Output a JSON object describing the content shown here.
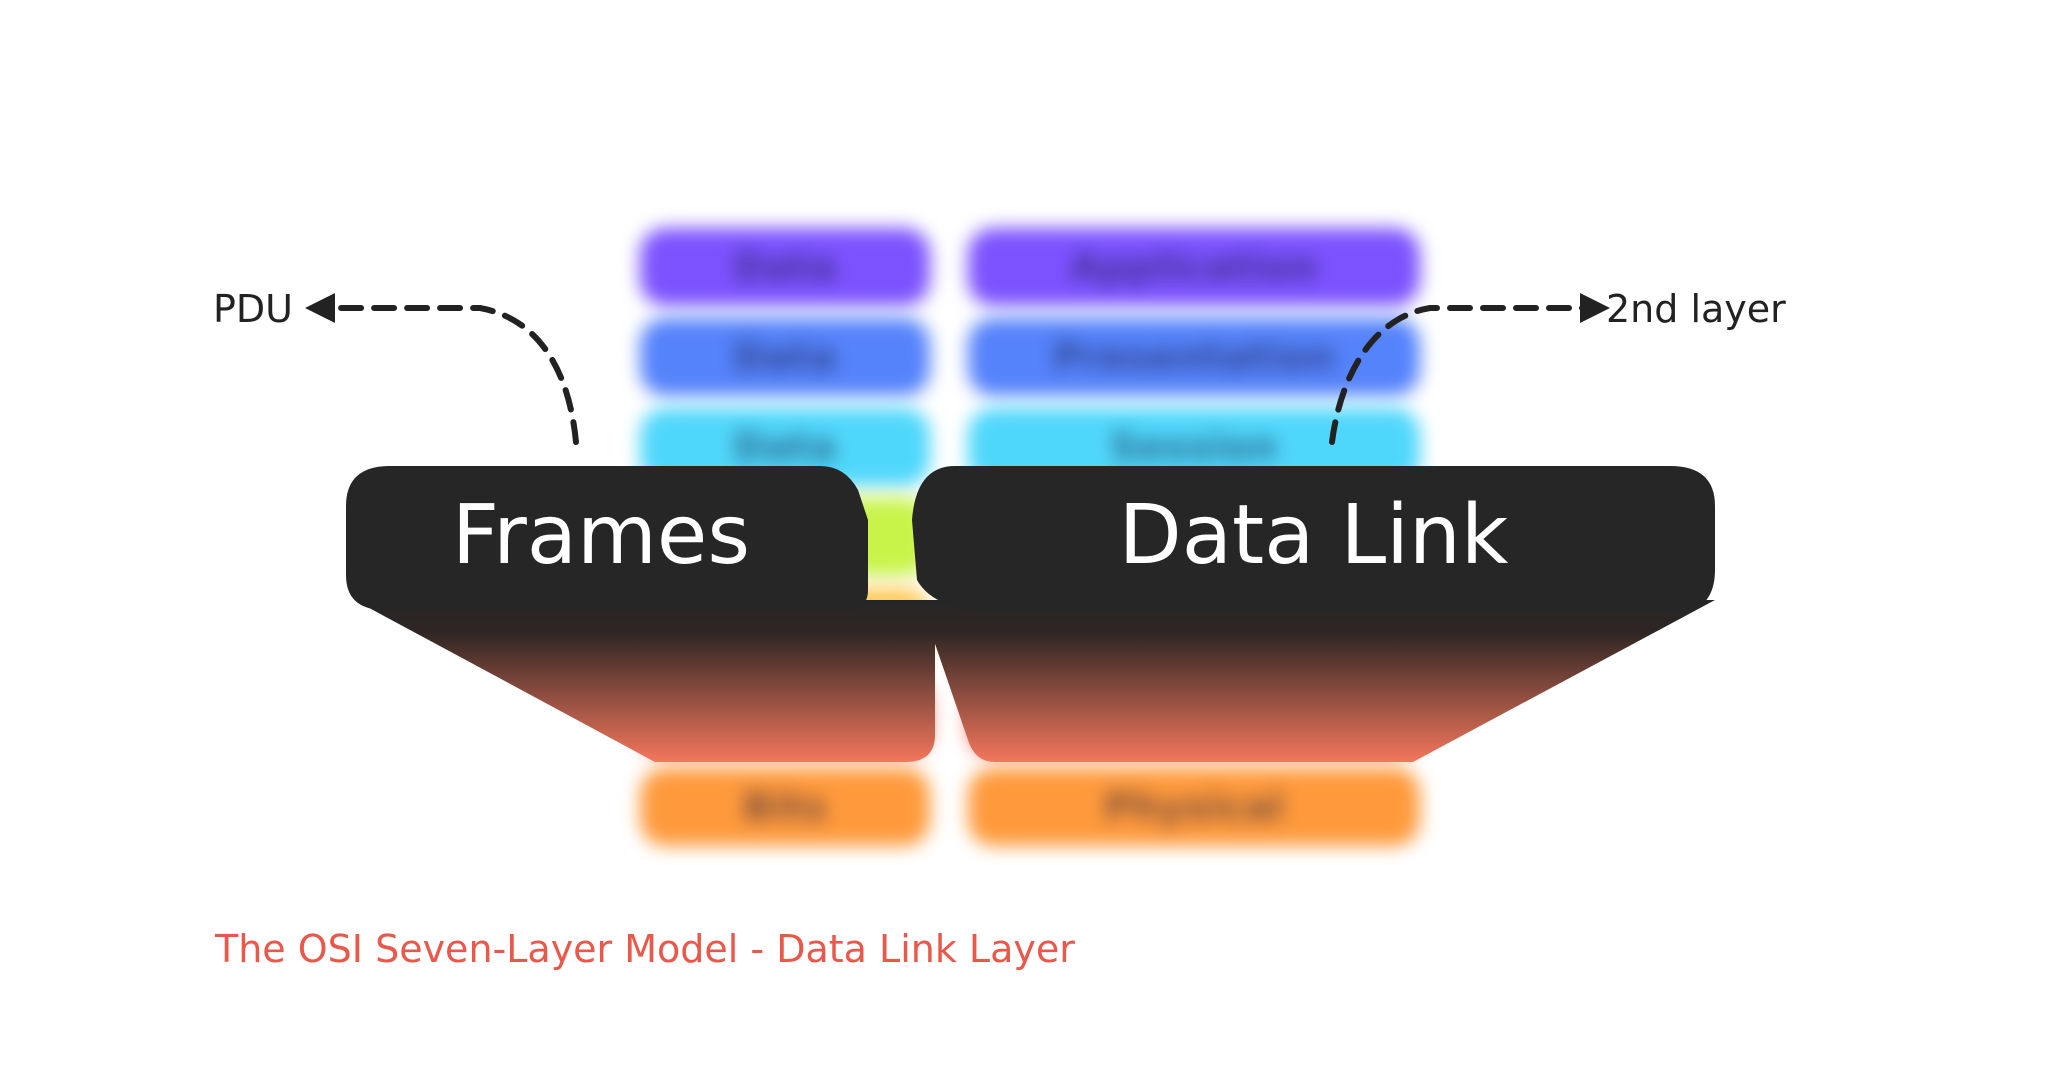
{
  "pdu_label": "PDU",
  "layer_number_label": "2nd layer",
  "focus": {
    "pdu": "Frames",
    "layer": "Data Link"
  },
  "caption": "The OSI Seven-Layer Model - Data Link Layer",
  "stack": {
    "pdu_column": [
      {
        "label": "Data",
        "color": "#7c52ff"
      },
      {
        "label": "Data",
        "color": "#5583fb"
      },
      {
        "label": "Data",
        "color": "#4fd7fb"
      },
      {
        "label": "",
        "color": "#c8f44a"
      },
      {
        "label": "",
        "color": "#ffca57"
      },
      {
        "label": "",
        "color": "#ff6e5a"
      },
      {
        "label": "Bits",
        "color": "#ff9a3c"
      }
    ],
    "layer_column": [
      {
        "label": "Application",
        "color": "#7c52ff"
      },
      {
        "label": "Presentation",
        "color": "#5583fb"
      },
      {
        "label": "Session",
        "color": "#4fd7fb"
      },
      {
        "label": "",
        "color": "#c8f44a"
      },
      {
        "label": "",
        "color": "#ffca57"
      },
      {
        "label": "",
        "color": "#ff6e5a"
      },
      {
        "label": "Physical",
        "color": "#ff9a3c"
      }
    ]
  },
  "colors": {
    "dark_panel": "#262626",
    "panel_fade": "#f4765c",
    "caption": "#e8584b",
    "annotation": "#222222"
  }
}
